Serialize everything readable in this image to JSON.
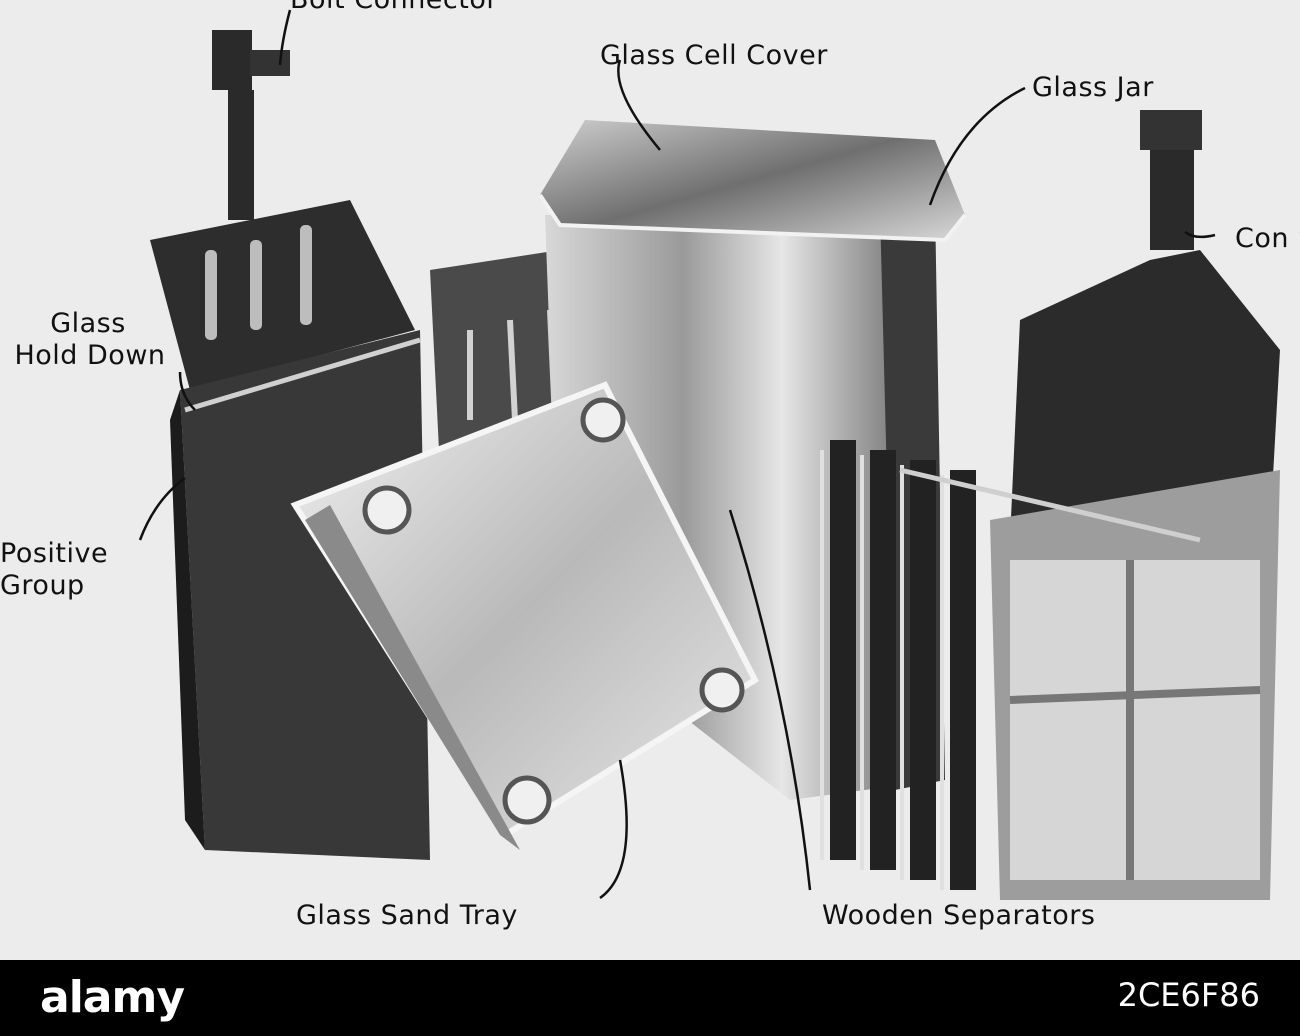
{
  "labels": {
    "bolt_connector": "Bolt Connector",
    "glass_cell_cover": "Glass Cell Cover",
    "glass_jar": "Glass Jar",
    "connecting_strap": "Con S",
    "glass_hold_down_1": "Glass",
    "glass_hold_down_2": "Hold Down",
    "positive_group_1": "Positive",
    "positive_group_2": "Group",
    "glass_sand_tray": "Glass Sand Tray",
    "wooden_separators": "Wooden Separators"
  },
  "footer": {
    "logo": "alamy",
    "stock_id": "2CE6F86"
  },
  "colors": {
    "background": "#ececec",
    "dark_metal": "#2a2a2a",
    "footer": "#000000"
  }
}
